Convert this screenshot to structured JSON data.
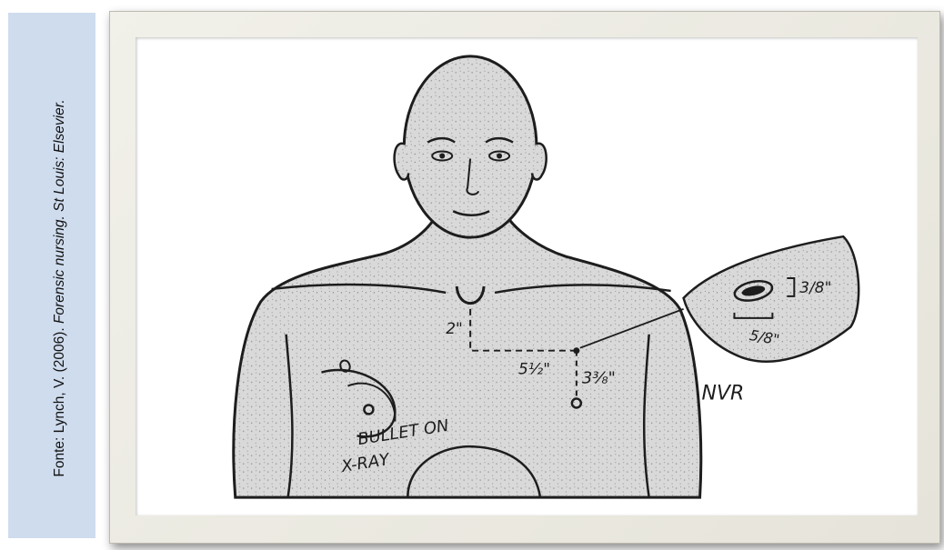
{
  "caption": {
    "plain": "Fonte: Lynch, V. (2006). ",
    "italic": "Forensic nursing. St Louis: Elsevier."
  },
  "figure": {
    "measure_neck": "2\"",
    "measure_horizontal": "5½\"",
    "measure_vertical": "3⅜\"",
    "inset_measure_height": "3/8\"",
    "inset_measure_width": "5/8\"",
    "inset_label": "NVR",
    "note_line1": "BULLET ON",
    "note_line2": "X-RAY"
  },
  "colors": {
    "panel": "#cfdcee",
    "frame": "#ebe9e1",
    "skin_fill": "#d7d7d7",
    "ink": "#1d1d1d"
  }
}
